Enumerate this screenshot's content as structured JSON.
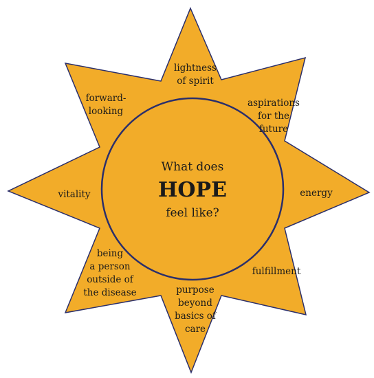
{
  "colors": {
    "fill": "#F2AC29",
    "outline": "#2B2F6B",
    "text": "#1a1a1a"
  },
  "center": {
    "line1": "What does",
    "line2": "HOPE",
    "line3": "feel like?"
  },
  "rays": {
    "top": [
      "lightness",
      "of spirit"
    ],
    "top_right": [
      "aspirations",
      "for the",
      "future"
    ],
    "right": [
      "energy"
    ],
    "bottom_right": [
      "fulfillment"
    ],
    "bottom": [
      "purpose",
      "beyond",
      "basics of",
      "care"
    ],
    "bottom_left": [
      "being",
      "a person",
      "outside of",
      "the disease"
    ],
    "left": [
      "vitality"
    ],
    "top_left": [
      "forward-",
      "looking"
    ]
  }
}
